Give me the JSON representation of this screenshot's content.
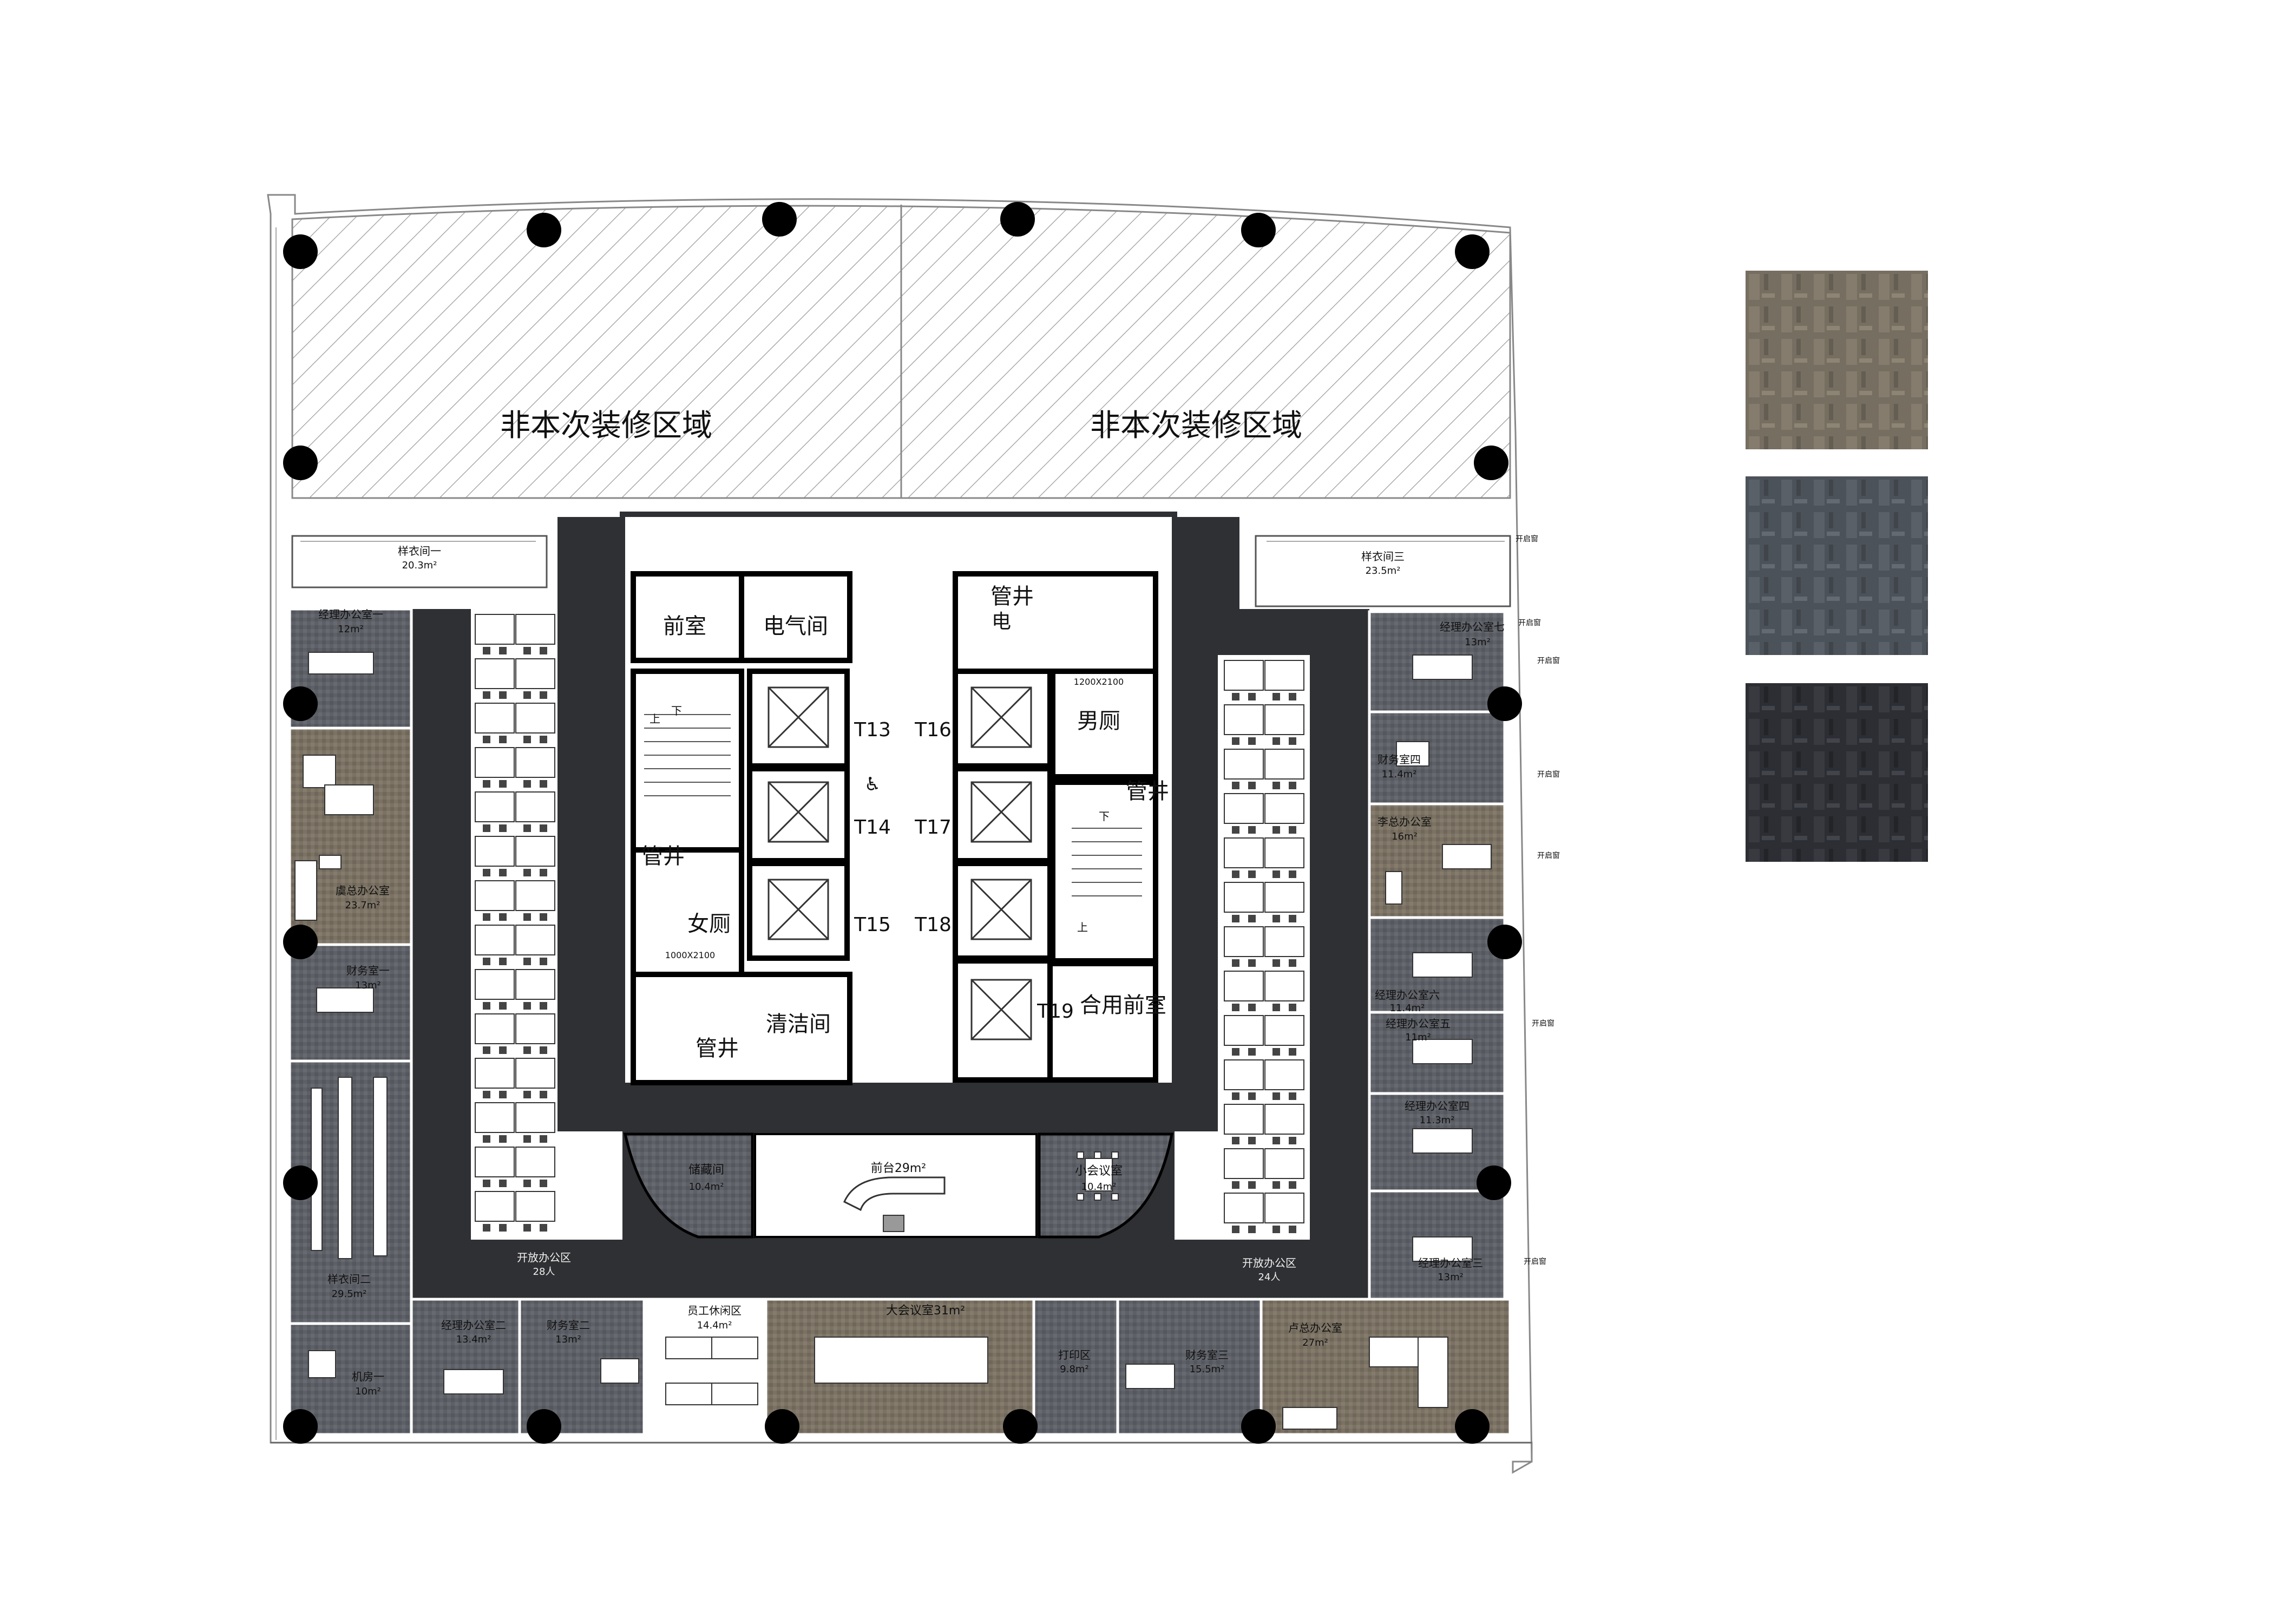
{
  "banned_zone": {
    "left": "非本次装修区域",
    "right": "非本次装修区域"
  },
  "core": {
    "vestibule": "前室",
    "electrical": "电气间",
    "shaft_a": "管井",
    "shaft_b": "管井",
    "shaft_c": "管井",
    "shaft_d": "管井",
    "elec_mark": "电",
    "mens_wc": "男厕",
    "womens_wc": "女厕",
    "cleaning": "清洁间",
    "shared_vestibule": "合用前室",
    "door_code_a": "1200X2100",
    "door_code_b": "1000X2100",
    "up_a": "上",
    "down_a": "下",
    "up_b": "上",
    "down_b": "下",
    "elevators": [
      "T13",
      "T14",
      "T15",
      "T16",
      "T17",
      "T18",
      "T19"
    ]
  },
  "rooms": {
    "sample1": {
      "name": "样衣间一",
      "area": "20.3m²"
    },
    "sample3": {
      "name": "样衣间三",
      "area": "23.5m²"
    },
    "mgr1": {
      "name": "经理办公室一",
      "area": "12m²"
    },
    "yu": {
      "name": "虞总办公室",
      "area": "23.7m²"
    },
    "fin1": {
      "name": "财务室一",
      "area": "13m²"
    },
    "sample2": {
      "name": "样衣间二",
      "area": "29.5m²"
    },
    "machine1": {
      "name": "机房一",
      "area": "10m²"
    },
    "mgr2": {
      "name": "经理办公室二",
      "area": "13.4m²"
    },
    "fin2": {
      "name": "财务室二",
      "area": "13m²"
    },
    "lounge": {
      "name": "员工休闲区",
      "area": "14.4m²"
    },
    "bigmeet": {
      "name": "大会议室31m²"
    },
    "print": {
      "name": "打印区",
      "area": "9.8m²"
    },
    "fin3": {
      "name": "财务室三",
      "area": "15.5m²"
    },
    "lu": {
      "name": "卢总办公室",
      "area": "27m²"
    },
    "storage": {
      "name": "储藏间",
      "area": "10.4m²"
    },
    "reception": {
      "name": "前台29m²"
    },
    "smallmeet": {
      "name": "小会议室",
      "area": "10.4m²"
    },
    "open_left": {
      "name": "开放办公区",
      "count": "28人"
    },
    "open_right": {
      "name": "开放办公区",
      "count": "24人"
    },
    "mgr7": {
      "name": "经理办公室七",
      "area": "13m²"
    },
    "fin_room": {
      "name": "财务室四",
      "area": "11.4m²"
    },
    "li": {
      "name": "李总办公室",
      "area": "16m²"
    },
    "mgr6": {
      "name": "经理办公室六",
      "area": "11.4m²"
    },
    "mgr5": {
      "name": "经理办公室五",
      "area": "11m²"
    },
    "mgr4": {
      "name": "经理办公室四",
      "area": "11.3m²"
    },
    "mgr3": {
      "name": "经理办公室三",
      "area": "13m²"
    }
  },
  "window_tags": [
    "开启窗",
    "开启窗",
    "开启窗",
    "开启窗",
    "开启窗",
    "开启窗",
    "开启窗"
  ],
  "colors": {
    "carpet_gray": "#5c5f66",
    "carpet_brown": "#7d7466",
    "corridor_dark": "#2f3033",
    "swatch_brown": "#7a7264",
    "swatch_blue_gray": "#4f555c",
    "swatch_dark": "#2e3036"
  },
  "swatches": [
    {
      "name": "carpet-swatch-brown"
    },
    {
      "name": "carpet-swatch-blue-gray"
    },
    {
      "name": "carpet-swatch-dark"
    }
  ]
}
